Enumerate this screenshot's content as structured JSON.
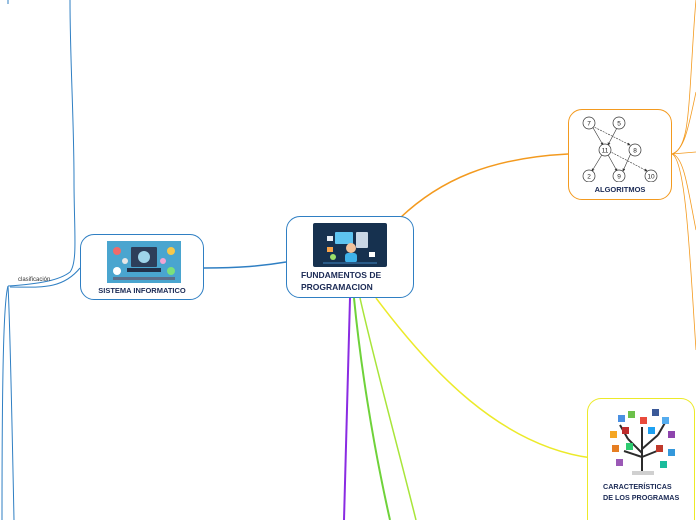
{
  "central": {
    "title": "FUNDAMENTOS DE PROGRAMACION"
  },
  "branches": {
    "sistema": {
      "title": "SISTEMA INFORMATICO"
    },
    "algoritmos": {
      "title": "ALGORITMOS",
      "graph_nodes": [
        "7",
        "5",
        "11",
        "8",
        "2",
        "9",
        "10"
      ]
    },
    "caracteristicas": {
      "title": "CARACTERÍSTICAS DE LOS PROGRAMAS"
    }
  },
  "side_labels": {
    "clasificacion": "clasificación"
  },
  "colors": {
    "blue": "#2f7fc3",
    "orange": "#f39a1f",
    "yellow": "#ecea2a",
    "green": "#6fd23a",
    "lime": "#a8e53a",
    "purple": "#8a2be2"
  },
  "icons": {
    "central_image": "programmer-desk-illustration",
    "sistema_image": "computer-system-illustration",
    "caracteristicas_image": "social-media-tree-illustration"
  }
}
